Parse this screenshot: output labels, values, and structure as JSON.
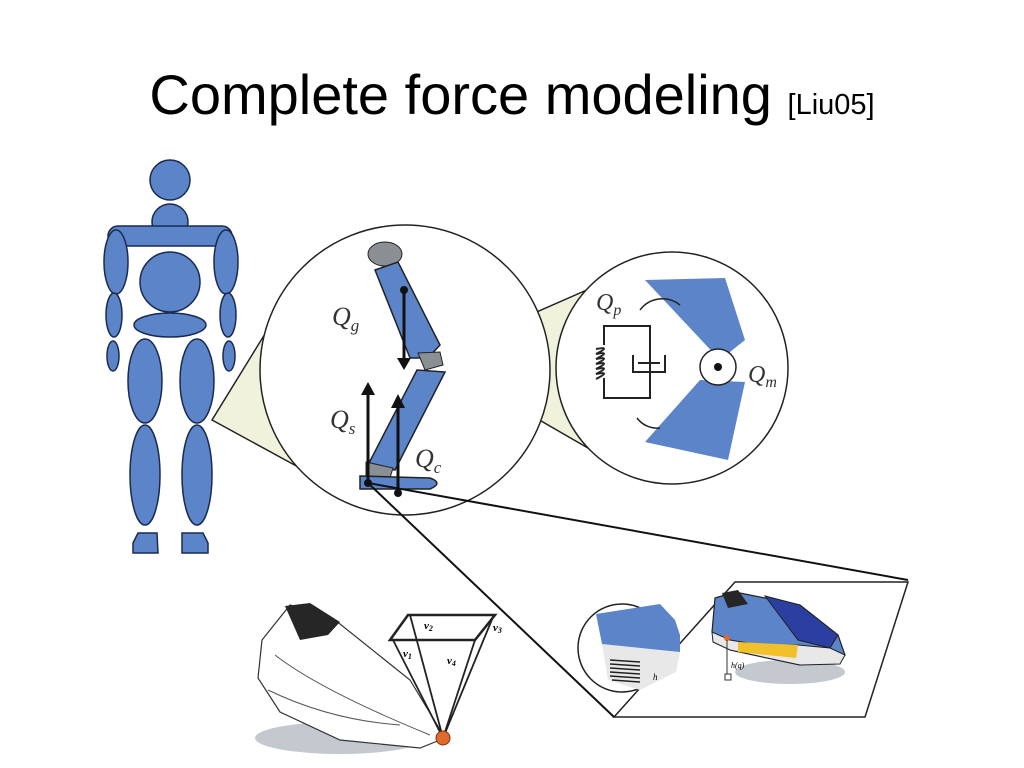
{
  "slide": {
    "title": "Complete force modeling",
    "citation": "[Liu05]"
  },
  "figure": {
    "labels": {
      "q_g": "Q",
      "q_g_sub": "g",
      "q_s": "Q",
      "q_s_sub": "s",
      "q_c": "Q",
      "q_c_sub": "c",
      "q_p": "Q",
      "q_p_sub": "p",
      "q_m": "Q",
      "q_m_sub": "m",
      "v1": "v",
      "v1_sub": "1",
      "v2": "v",
      "v2_sub": "2",
      "v3": "v",
      "v3_sub": "3",
      "v4": "v",
      "v4_sub": "4",
      "h": "h",
      "hq": "h(q)"
    },
    "colors": {
      "body_blue": "#5b85c8",
      "dark_blue": "#2a3fa0",
      "joint_gray": "#8a8f94",
      "callout_fill": "#f1f2dc",
      "contact_orange": "#e06a2a",
      "sole_yellow": "#f2c02a",
      "shadow_gray": "#c4c8cf"
    }
  }
}
